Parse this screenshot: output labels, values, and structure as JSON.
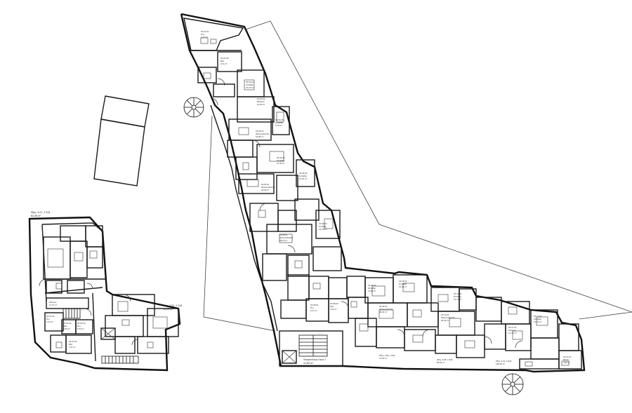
{
  "plan": {
    "outline_color": "#1a1a1a",
    "west_building": {
      "unit_title": "Whg. 3.01, 3 Zi/4",
      "unit_area": "84,36 m²",
      "unit_b_title": "Whg. 3.02, 2 Zi/4",
      "unit_b_area": "54,36 m²",
      "rooms": [
        {
          "id": "03.01.01",
          "name": "Wohnen",
          "area": "17,37 m²"
        },
        {
          "id": "03.01.02",
          "name": "Flur",
          "area": "5,14 m²"
        },
        {
          "id": "03.01.03",
          "name": "Bad",
          "area": "4,33 m²"
        },
        {
          "id": "03.01.04",
          "name": "Flur",
          "area": "5,54 m²"
        },
        {
          "id": "03.01.05",
          "name": "Bad",
          "area": "5,21 m²"
        }
      ]
    },
    "main_building": {
      "stair_label": "Treppenhaus Haus 7",
      "stair_area": "22,80 m²",
      "rooms": [
        {
          "id": "03.07.01",
          "name": "Flur",
          "area": "5,72 m²"
        },
        {
          "id": "03.07.02",
          "name": "Bad",
          "area": "4,21 m²"
        },
        {
          "id": "03.03.01",
          "name": "Schlafen",
          "area": "12,20 m²"
        },
        {
          "id": "03.03.02",
          "name": "Wohnen",
          "area": "19,50 m²"
        },
        {
          "id": "03.03.03",
          "name": "Schlafen",
          "area": "9,70 m²"
        },
        {
          "id": "03.04.01",
          "name": "Wohnen/Küche",
          "area": "24,80 m²"
        },
        {
          "id": "03.04.02",
          "name": "Schlafen",
          "area": "12,30 m²"
        },
        {
          "id": "03.05.01",
          "name": "Wohnen/Küche",
          "area": "29,56 m²"
        },
        {
          "id": "03.05.02",
          "name": "Schlafen",
          "area": "14,52 m²"
        },
        {
          "id": "03.06.01",
          "name": "Wohnen/Küche",
          "area": "28,15 m²"
        },
        {
          "id": "03.06.02",
          "name": "Schlafen",
          "area": "12,58 m²"
        },
        {
          "id": "03.08.01",
          "name": "Flur",
          "area": "6,11 m²"
        },
        {
          "id": "03.08.02",
          "name": "Bad",
          "area": "4,52 m²"
        },
        {
          "id": "03.08.03",
          "name": "Schlafen",
          "area": "11,60 m²"
        },
        {
          "id": "03.09.01",
          "name": "Wohnen/Küche",
          "area": "26,32 m²"
        },
        {
          "id": "03.09.02",
          "name": "Schlafen",
          "area": "12,40 m²"
        },
        {
          "id": "03.10.01",
          "name": "Wohnen/Küche",
          "area": "28,36 m²"
        },
        {
          "id": "03.10.02",
          "name": "Schlafen",
          "area": "13,71 m²"
        },
        {
          "id": "03.11.01",
          "name": "Wohnen",
          "area": "12,71 m²"
        },
        {
          "id": "03.11.02",
          "name": "Schlafen",
          "area": "11,70 m²"
        },
        {
          "id": "03.12.01",
          "name": "Balkon",
          "area": "4,90 m²"
        }
      ],
      "unit_tags": [
        {
          "text": "Whg. 3.06, 2 Zi/4"
        },
        {
          "text": "74,40 m²"
        },
        {
          "text": "Whg. 3.08, 2 Zi/4"
        },
        {
          "text": "68,24 m²"
        },
        {
          "text": "Whg. 3.10, 3 Zi/4"
        },
        {
          "text": "106,39 m²"
        }
      ]
    }
  }
}
